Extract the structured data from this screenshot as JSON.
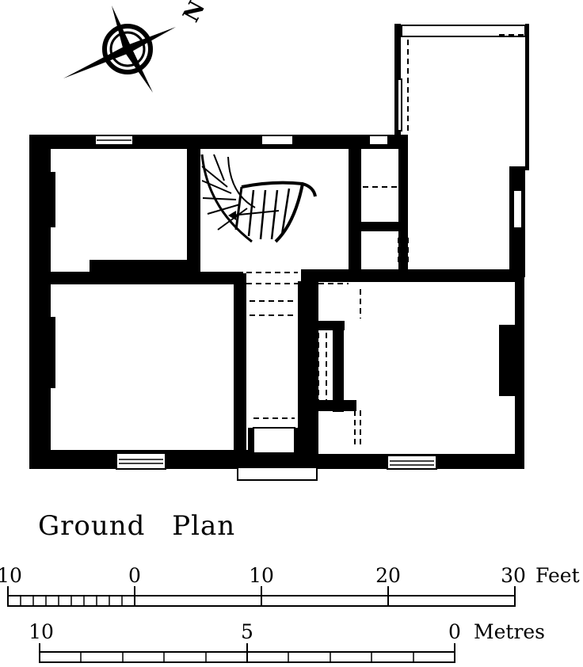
{
  "title": "Ground Plan",
  "compass": {
    "letter": "N"
  },
  "scale_feet": {
    "labels": [
      "10",
      "0",
      "10",
      "20",
      "30"
    ],
    "unit": "Feet"
  },
  "scale_metres": {
    "labels": [
      "10",
      "5",
      "0"
    ],
    "unit": "Metres"
  }
}
